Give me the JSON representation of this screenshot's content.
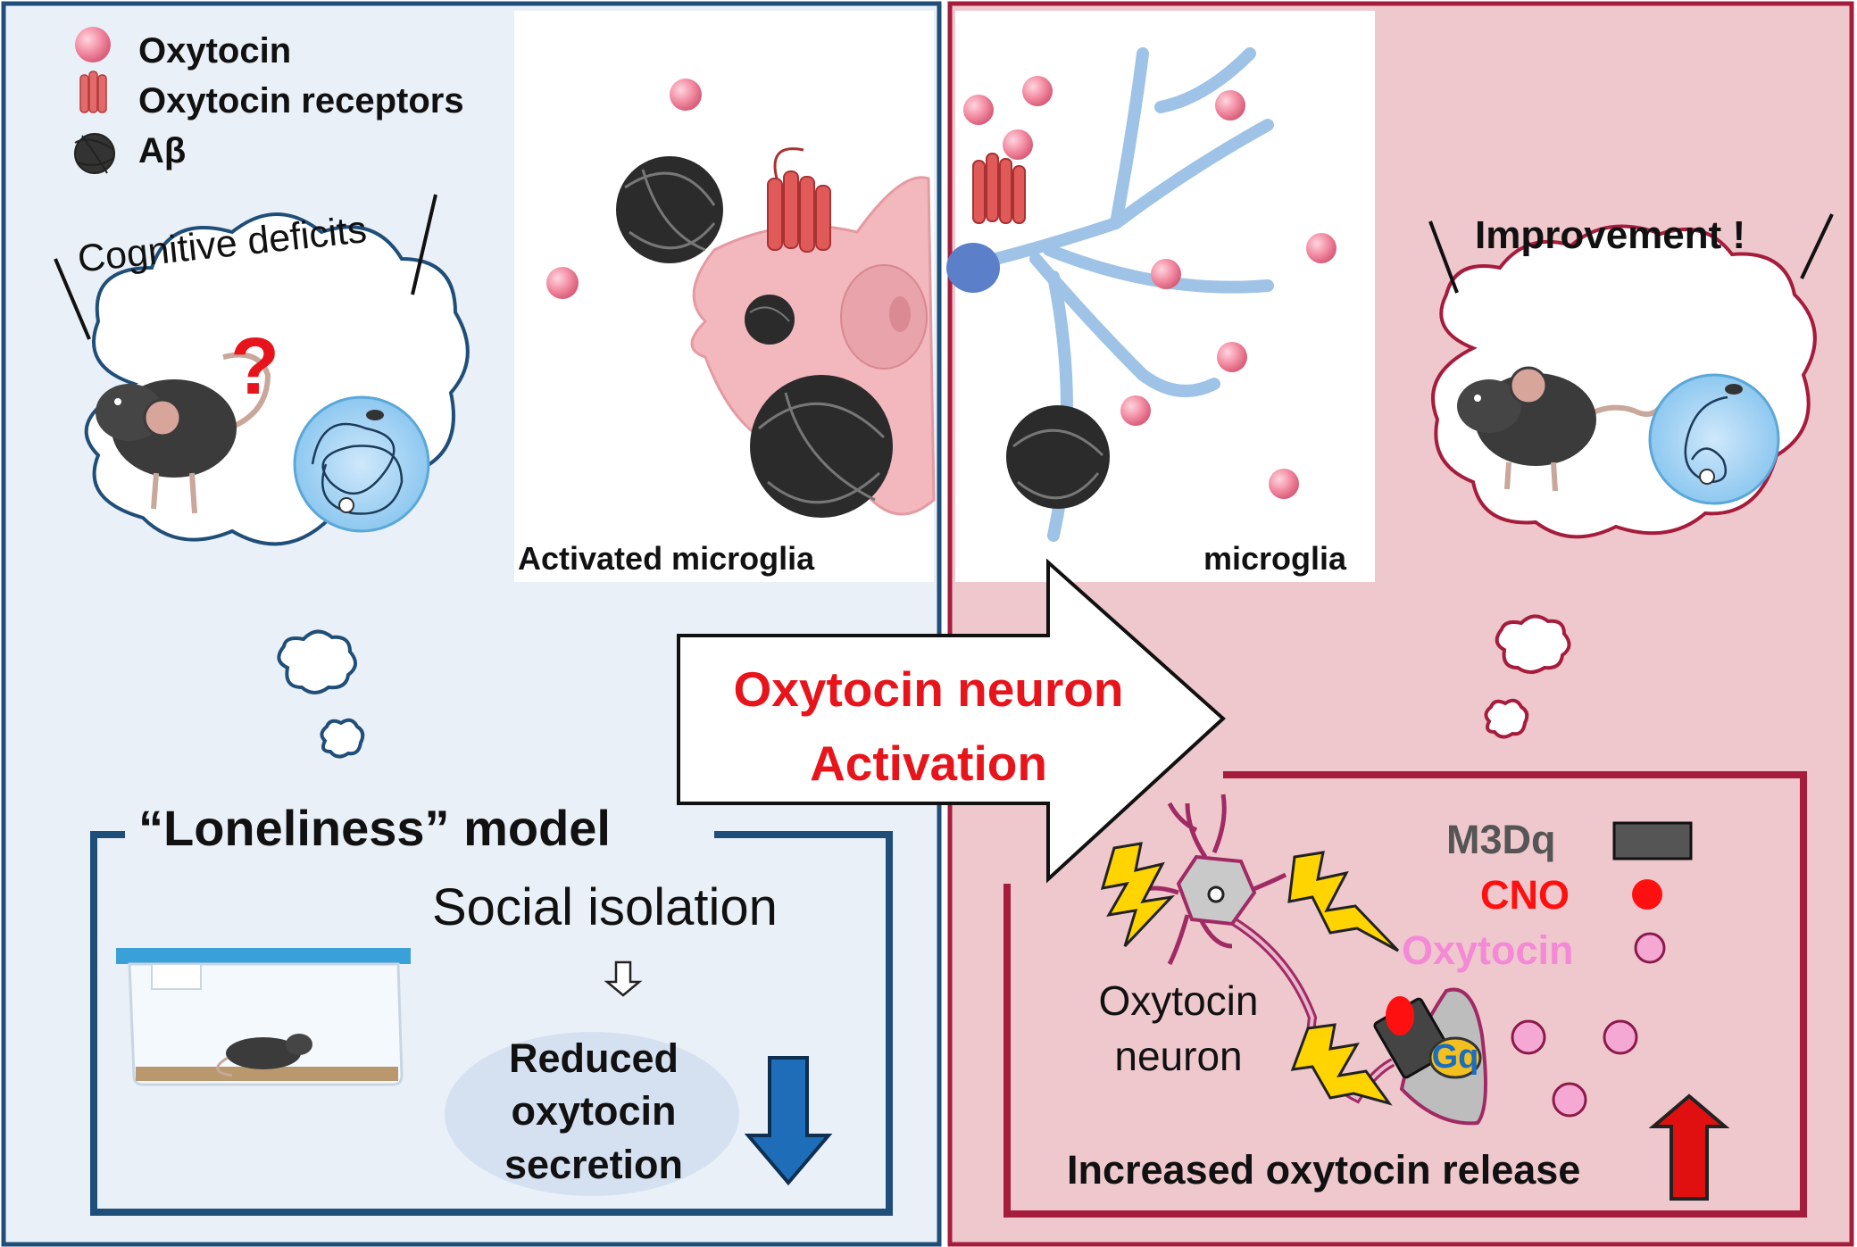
{
  "legend": {
    "oxytocin": "Oxytocin",
    "receptors": "Oxytocin receptors",
    "abeta": "Aβ"
  },
  "left_panel": {
    "cognitive_deficits": "Cognitive deficits",
    "question_mark": "?",
    "activated_microglia": "Activated microglia",
    "model_title": "“Loneliness” model",
    "social_isolation": "Social isolation",
    "reduced_line1": "Reduced",
    "reduced_line2": "oxytocin",
    "reduced_line3": "secretion"
  },
  "arrow": {
    "line1": "Oxytocin neuron",
    "line2": "Activation"
  },
  "right_panel": {
    "microglia": "microglia",
    "improvement": "Improvement !",
    "m3dq": "M3Dq",
    "cno": "CNO",
    "oxytocin": "Oxytocin",
    "neuron_line1": "Oxytocin",
    "neuron_line2": "neuron",
    "gq": "Gq",
    "increased_release": "Increased oxytocin release"
  },
  "colors": {
    "left_border": "#1f4e79",
    "left_bg": "#eaf0f8",
    "right_border": "#a51c3c",
    "right_bg": "#efc8cd",
    "oxytocin_pink": "#f08aa0",
    "arrow_text": "#e8141c",
    "down_arrow": "#1e6db8",
    "up_arrow": "#e01010"
  }
}
